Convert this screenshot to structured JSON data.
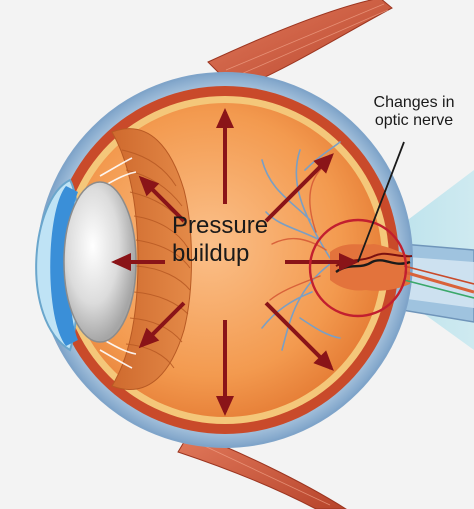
{
  "labels": {
    "pressure": [
      "Pressure",
      "buildup"
    ],
    "optic_nerve": [
      "Changes in",
      "optic nerve"
    ]
  },
  "colors": {
    "background": "#f3f3f3",
    "sclera_outer": "#8fb3d6",
    "choroid": "#c94a2a",
    "retina": "#f4c77a",
    "vitreous": "#f39a4f",
    "muscle": "#c7553a",
    "lens": "#d8d8d8",
    "cornea": "#bfe3f5",
    "iris": "#3a8fd8",
    "arrow": "#8a1418",
    "highlight_circle": "#c21f2f",
    "visual_beam": "#a9dbe8",
    "blood_vessel": "#7a9fc4",
    "nerve_vessel": "#d9623a"
  },
  "pressure_arrows": {
    "count": 8,
    "directions": [
      "up",
      "upper-right",
      "right",
      "lower-right",
      "down",
      "lower-left",
      "left",
      "upper-left"
    ]
  }
}
